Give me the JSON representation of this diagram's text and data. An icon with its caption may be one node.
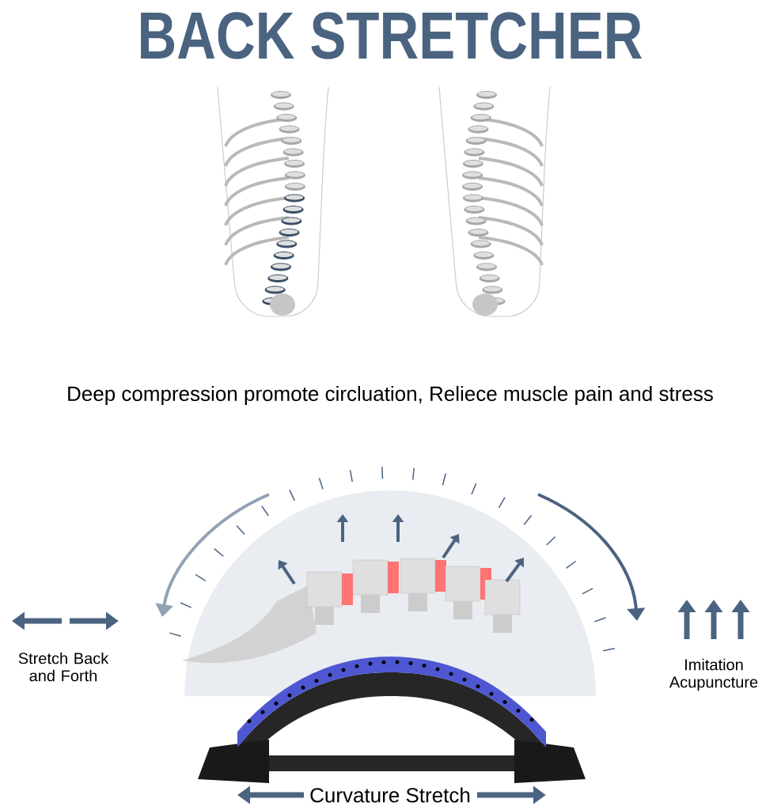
{
  "diagram": {
    "title": "BACK STRETCHER",
    "labels": [
      "Deep compression promote circluation, Reliece muscle pain and stress",
      "Stretch Back and Forth",
      "Imitation Acupuncture",
      "Curvature Stretch"
    ]
  }
}
